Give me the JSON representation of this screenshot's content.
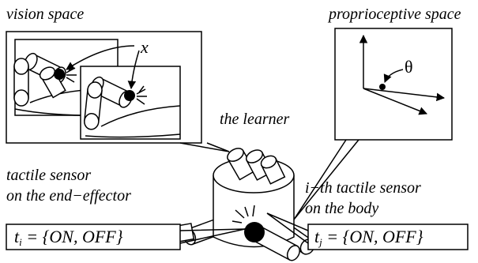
{
  "labels": {
    "vision_space": "vision space",
    "proprioceptive_space": "proprioceptive space",
    "the_learner": "the learner",
    "tactile_end_line1": "tactile sensor",
    "tactile_end_line2": "on the end−effector",
    "tactile_body_line1": "i−th tactile sensor",
    "tactile_body_line2": "on the body",
    "x_symbol": "x",
    "theta_symbol": "θ",
    "ti_main": "t",
    "ti_sub": "i",
    "ti_value": " = {ON, OFF}",
    "tj_main": "t",
    "tj_sub": "j",
    "tj_value": " = {ON, OFF}"
  }
}
